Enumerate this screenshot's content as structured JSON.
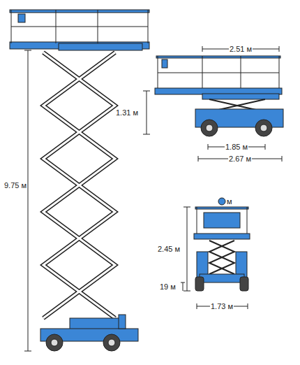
{
  "diagram": {
    "labels": [
      "9.75 м",
      "2.51 м",
      "1.31 м",
      "1.85 м",
      "2.67 м",
      "м",
      "2.45 м",
      "19 м",
      "1.73 м"
    ]
  }
}
